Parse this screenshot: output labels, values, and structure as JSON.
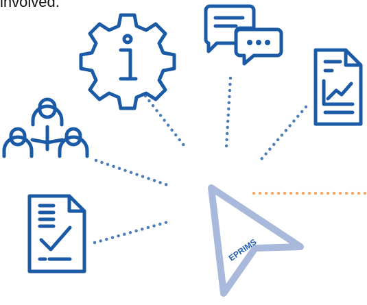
{
  "caption": {
    "text": "involved."
  },
  "diagram": {
    "center_label": "EPRIMS",
    "nodes": [
      {
        "name": "organization-chart-icon",
        "icon": "people-hierarchy"
      },
      {
        "name": "info-gear-icon",
        "icon": "gear-with-info"
      },
      {
        "name": "chat-bubbles-icon",
        "icon": "speech-bubbles"
      },
      {
        "name": "report-chart-icon",
        "icon": "document-with-line-chart"
      },
      {
        "name": "checklist-document-icon",
        "icon": "document-with-checkmark"
      }
    ],
    "colors": {
      "icon_stroke": "#1a5aa6",
      "dots_blue": "#2e67ad",
      "dots_orange": "#f0a15a",
      "cursor_stroke": "#a9b9dc",
      "label": "#1e5dab"
    }
  }
}
